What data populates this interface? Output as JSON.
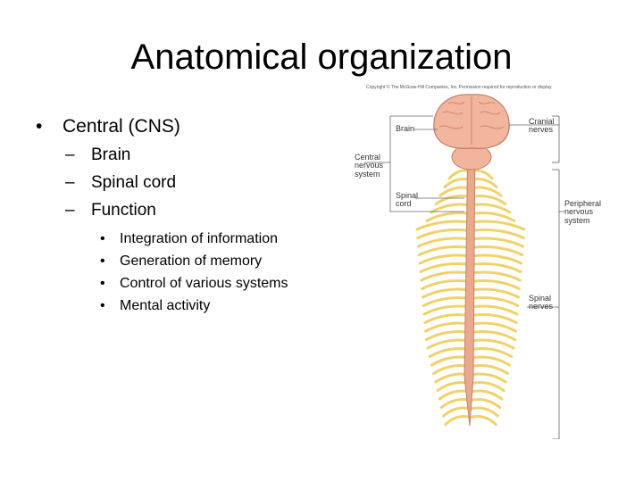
{
  "slide": {
    "title": "Anatomical organization",
    "bullet_main": {
      "marker": "•",
      "text": "Central (CNS)"
    },
    "sub_items": [
      {
        "marker": "–",
        "text": "Brain"
      },
      {
        "marker": "–",
        "text": "Spinal cord"
      },
      {
        "marker": "–",
        "text": "Function"
      }
    ],
    "function_items": [
      {
        "marker": "•",
        "text": "Integration of information"
      },
      {
        "marker": "•",
        "text": "Generation of memory"
      },
      {
        "marker": "•",
        "text": "Control of various systems"
      },
      {
        "marker": "•",
        "text": "Mental activity"
      }
    ]
  },
  "figure": {
    "copyright": "Copyright © The McGraw-Hill Companies, Inc. Permission required for reproduction or display.",
    "labels": {
      "brain": "Brain",
      "cns_line1": "Central",
      "cns_line2": "nervous",
      "cns_line3": "system",
      "spinal_cord_line1": "Spinal",
      "spinal_cord_line2": "cord",
      "cranial_line1": "Cranial",
      "cranial_line2": "nerves",
      "pns_line1": "Peripheral",
      "pns_line2": "nervous",
      "pns_line3": "system",
      "spinal_nerves_line1": "Spinal",
      "spinal_nerves_line2": "nerves"
    },
    "colors": {
      "brain": "#f2b59e",
      "nerves": "#f0d26c",
      "cord": "#e9a98c",
      "leader": "#666666"
    }
  }
}
